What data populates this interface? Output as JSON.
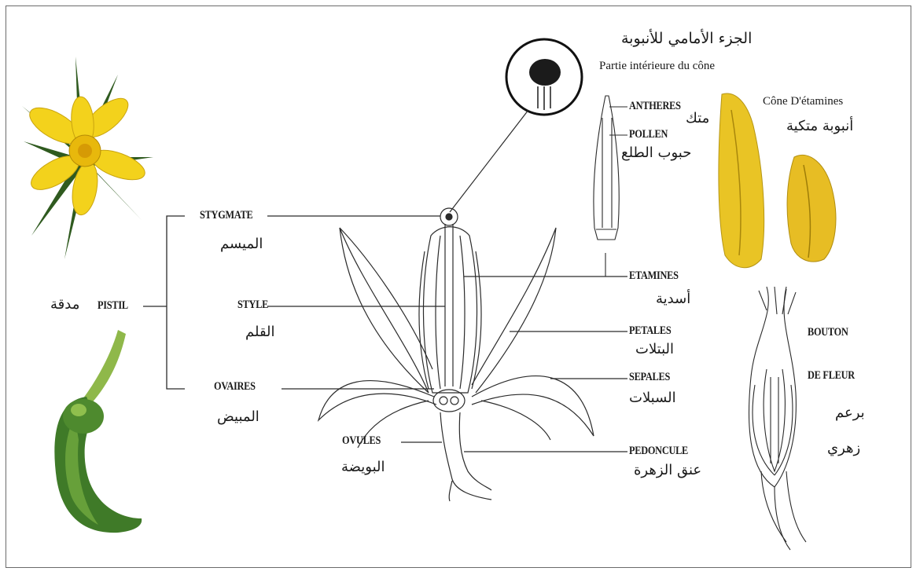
{
  "header": {
    "title_ar": "الجزء الأمامي للأنبوبة",
    "title_fr": "Partie intérieure du cône"
  },
  "labels": {
    "stigmate_fr": "STYGMATE",
    "stigmate_ar": "الميسم",
    "style_fr": "STYLE",
    "style_ar": "القلم",
    "ovaires_fr": "OVAIRES",
    "ovaires_ar": "المبيض",
    "ovules_fr": "OVULES",
    "ovules_ar": "البويضة",
    "pistil_fr": "PISTIL",
    "pistil_ar": "مدقة",
    "antheres_fr": "ANTHERES",
    "antheres_ar": "متك",
    "pollen_fr": "POLLEN",
    "pollen_ar": "حبوب الطلع",
    "cone_fr": "Cône D'étamines",
    "cone_ar": "أنبوبة متكية",
    "etamines_fr": "ETAMINES",
    "etamines_ar": "أسدية",
    "petales_fr": "PETALES",
    "petales_ar": "البتلات",
    "sepales_fr": "SEPALES",
    "sepales_ar": "السبلات",
    "pedoncule_fr": "PEDONCULE",
    "pedoncule_ar": "عنق الزهرة",
    "bouton_fr_1": "BOUTON",
    "bouton_fr_2": "DE FLEUR",
    "bouton_ar_1": "برعم",
    "bouton_ar_2": "زهري"
  },
  "colors": {
    "line": "#2b2b2b",
    "petal_yellow": "#f3d21c",
    "sepal_green": "#2f5a1f",
    "stem_green": "#6f9a2e"
  }
}
